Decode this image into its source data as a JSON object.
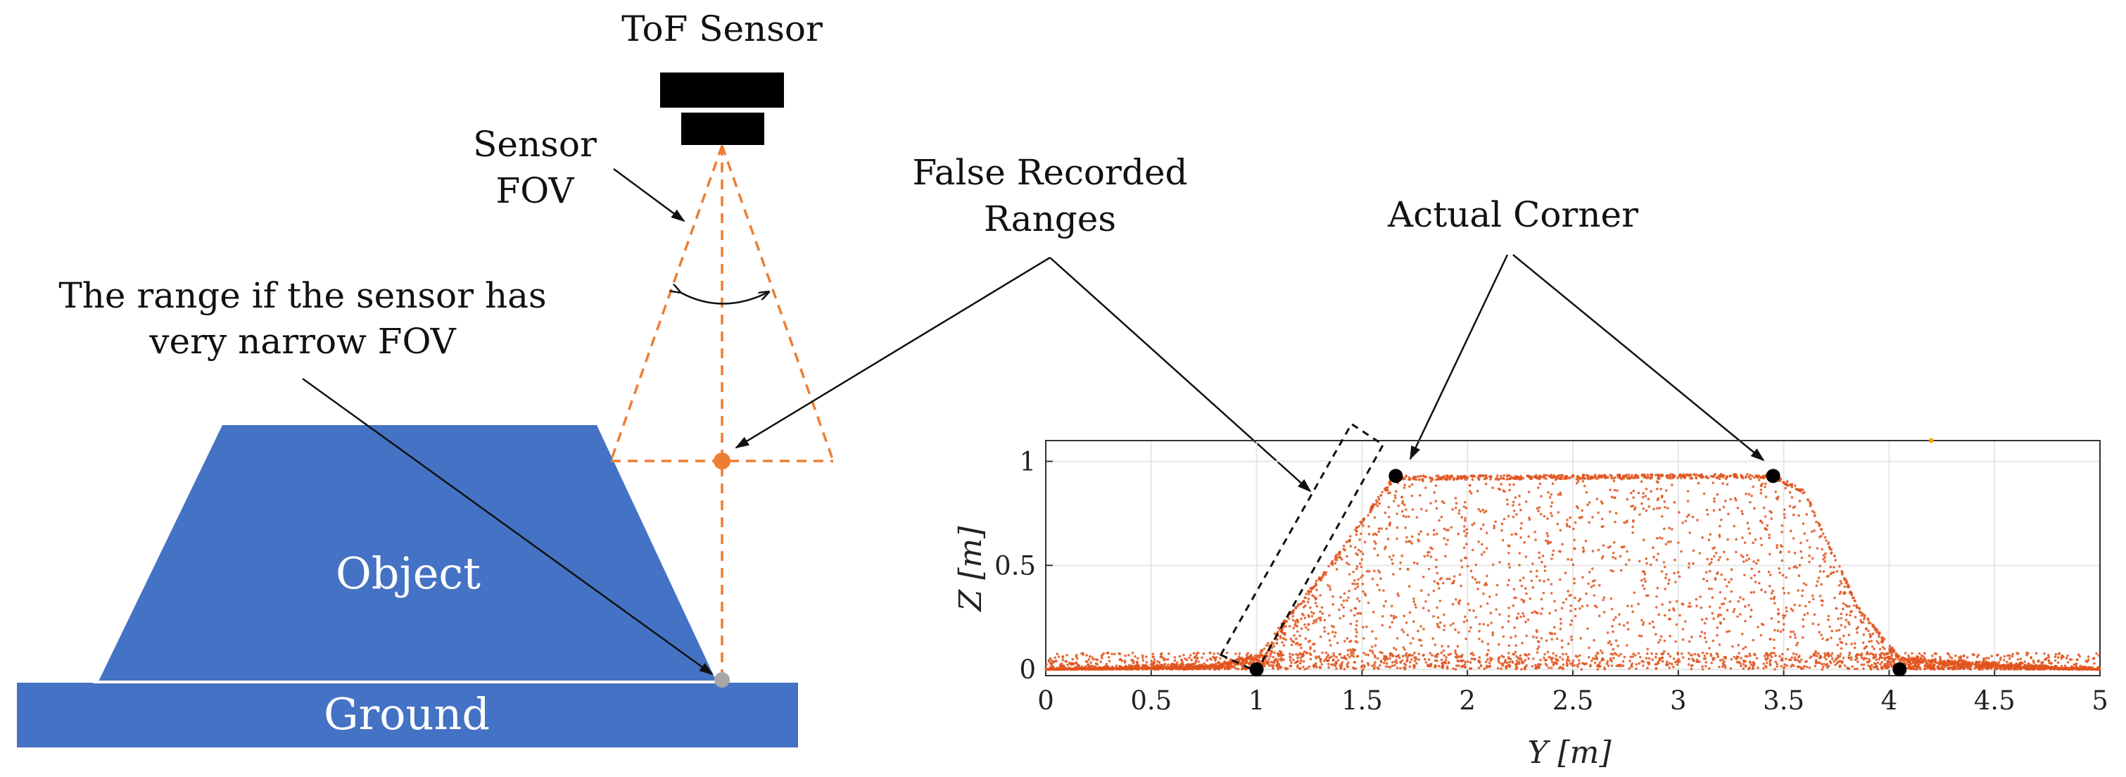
{
  "labels": {
    "tof_sensor": "ToF Sensor",
    "sensor_fov_line1": "Sensor",
    "sensor_fov_line2": "FOV",
    "narrow_fov_line1": "The range if the sensor has",
    "narrow_fov_line2": "very narrow FOV",
    "false_ranges_line1": "False Recorded",
    "false_ranges_line2": "Ranges",
    "actual_corner": "Actual Corner",
    "object": "Object",
    "ground": "Ground"
  },
  "colors": {
    "object_blue": "#4472c4",
    "fov_orange": "#ee7d31",
    "scatter_orange": "#e0541c",
    "sensor_black": "#000000",
    "ground_point_gray": "#a6a6a6"
  },
  "chart_data": {
    "type": "scatter",
    "xlabel": "Y  [m]",
    "ylabel": "Z  [m]",
    "xlim": [
      0,
      5
    ],
    "ylim": [
      -0.03,
      1.1
    ],
    "xticks": [
      "0",
      "0.5",
      "1",
      "1.5",
      "2",
      "2.5",
      "3",
      "3.5",
      "4",
      "4.5",
      "5"
    ],
    "yticks": [
      "0",
      "0.5",
      "1"
    ],
    "grid": true,
    "series": [
      {
        "kind": "point_cloud_profile",
        "description_points": [
          [
            0,
            0
          ],
          [
            0.8,
            0.02
          ],
          [
            1.0,
            0.06
          ],
          [
            1.35,
            0.5
          ],
          [
            1.65,
            0.92
          ],
          [
            3.45,
            0.93
          ],
          [
            3.6,
            0.85
          ],
          [
            3.85,
            0.3
          ],
          [
            4.05,
            0.05
          ],
          [
            4.6,
            0.02
          ],
          [
            5.0,
            0
          ]
        ]
      }
    ],
    "markers": [
      {
        "name": "actual-corner-left",
        "x": 1.66,
        "y": 0.93
      },
      {
        "name": "actual-corner-right",
        "x": 3.45,
        "y": 0.93
      },
      {
        "name": "base-corner-left",
        "x": 1.0,
        "y": 0.0
      },
      {
        "name": "base-corner-right",
        "x": 4.05,
        "y": 0.0
      }
    ],
    "false_range_box": [
      [
        0.83,
        0.07
      ],
      [
        1.0,
        -0.01
      ],
      [
        1.6,
        1.08
      ],
      [
        1.45,
        1.18
      ]
    ],
    "outlier": {
      "x": 4.2,
      "y": 1.1
    }
  }
}
